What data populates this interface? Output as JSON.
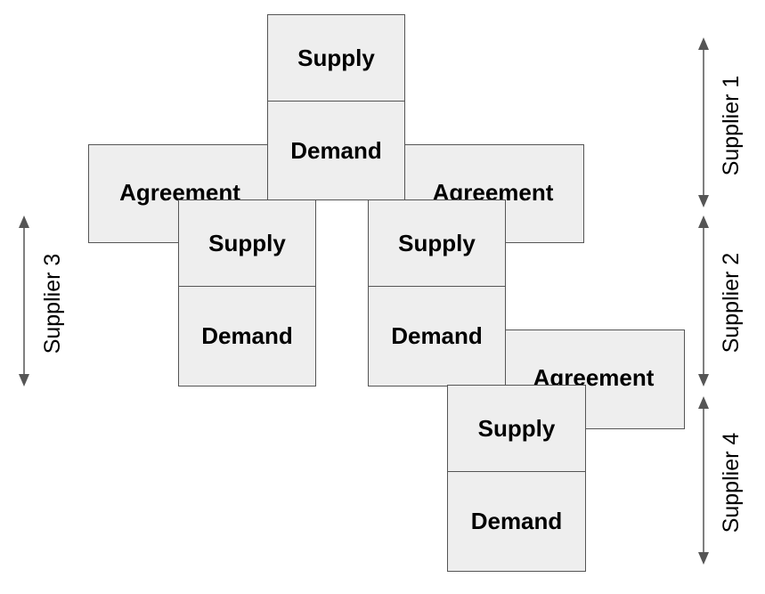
{
  "diagram": {
    "supply_label": "Supply",
    "demand_label": "Demand",
    "agreement_label": "Agreement",
    "suppliers": [
      {
        "label": "Supplier 1"
      },
      {
        "label": "Supplier 2"
      },
      {
        "label": "Supplier 3"
      },
      {
        "label": "Supplier 4"
      }
    ],
    "colors": {
      "box_fill": "#eeeeee",
      "box_stroke": "#555555",
      "arrow": "#555555",
      "text": "#000000"
    }
  }
}
